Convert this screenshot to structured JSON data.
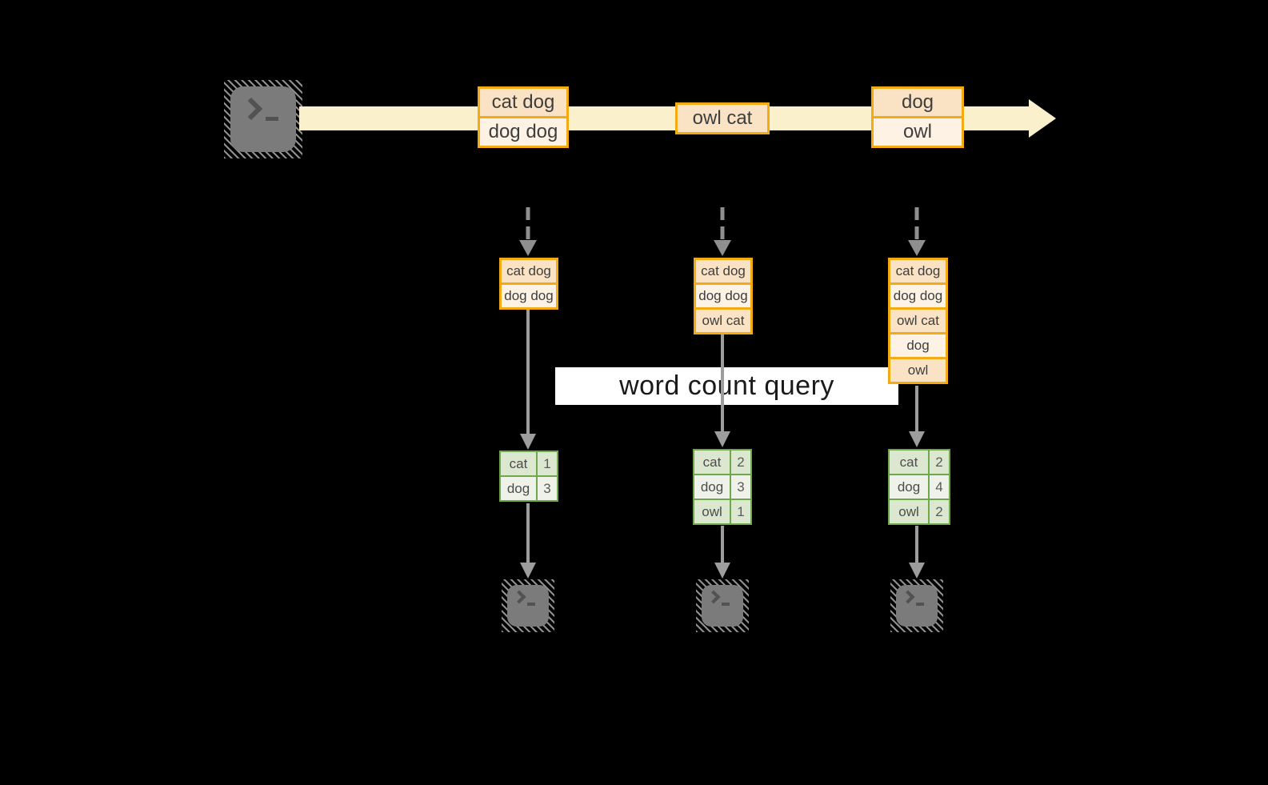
{
  "query": {
    "label": "word count query"
  },
  "source": {
    "icon": "terminal",
    "prompt_chevron": ">",
    "prompt_underscore": "_"
  },
  "stream": {
    "direction": "left-to-right",
    "events": [
      {
        "cells": [
          "cat dog",
          "dog dog"
        ]
      },
      {
        "cells": [
          "owl cat"
        ]
      },
      {
        "cells": [
          "dog",
          "owl"
        ]
      }
    ]
  },
  "states": [
    {
      "cells": [
        "cat dog",
        "dog dog"
      ]
    },
    {
      "cells": [
        "cat dog",
        "dog dog",
        "owl cat"
      ]
    },
    {
      "cells": [
        "cat dog",
        "dog dog",
        "owl cat",
        "dog",
        "owl"
      ]
    }
  ],
  "results": [
    {
      "rows": [
        {
          "word": "cat",
          "count": "1"
        },
        {
          "word": "dog",
          "count": "3"
        }
      ]
    },
    {
      "rows": [
        {
          "word": "cat",
          "count": "2"
        },
        {
          "word": "dog",
          "count": "3"
        },
        {
          "word": "owl",
          "count": "1"
        }
      ]
    },
    {
      "rows": [
        {
          "word": "cat",
          "count": "2"
        },
        {
          "word": "dog",
          "count": "4"
        },
        {
          "word": "owl",
          "count": "2"
        }
      ]
    }
  ],
  "sinks": [
    {
      "icon": "terminal"
    },
    {
      "icon": "terminal"
    },
    {
      "icon": "terminal"
    }
  ],
  "colors": {
    "background": "#000000",
    "stream_band": "#FBF0CC",
    "orange_border": "#F2AB13",
    "orange_fill_dark": "#FAE3C4",
    "orange_fill_light": "#FDF2E3",
    "green_border": "#6FA84C",
    "green_fill_dark": "#DCE7D0",
    "green_fill_light": "#EEF2E8",
    "query_band": "#FFFFFF",
    "arrow_gray": "#9D9D9D",
    "terminal_gray": "#7B7B7B",
    "text_dark": "#3E3E3E"
  }
}
